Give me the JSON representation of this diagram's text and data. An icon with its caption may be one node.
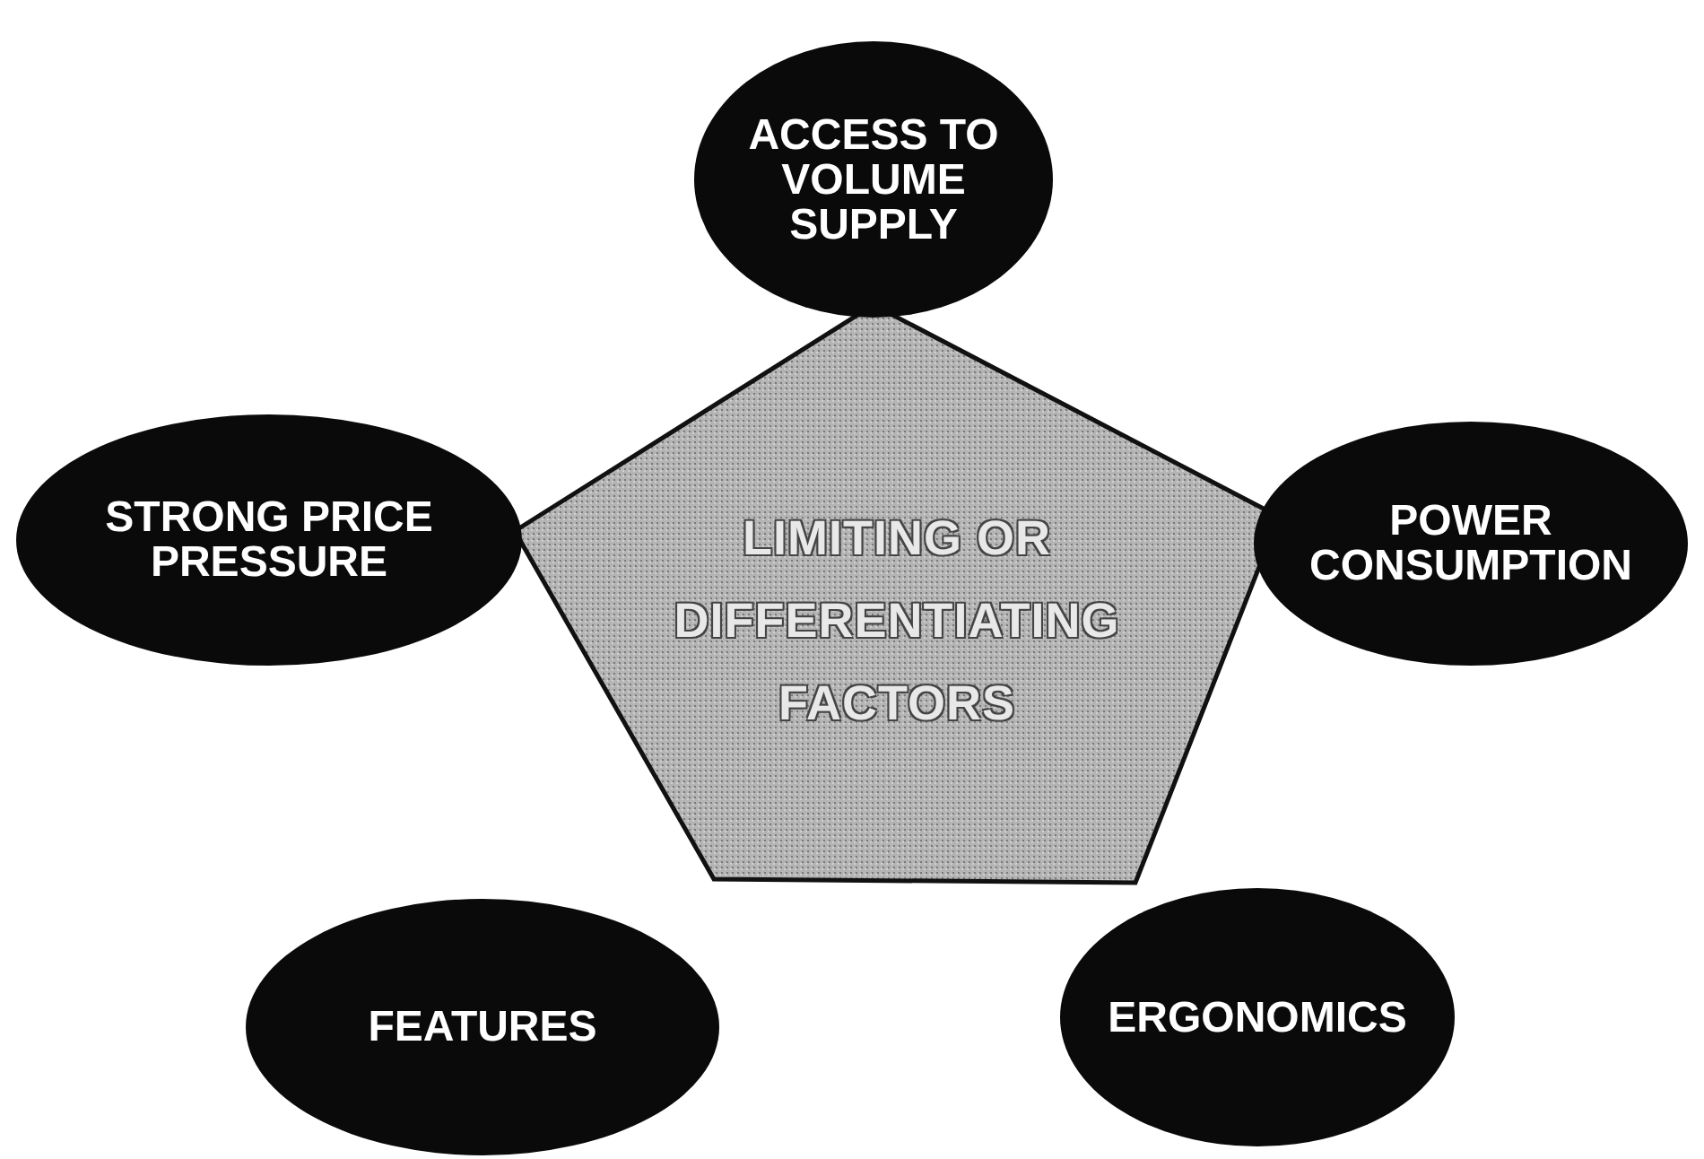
{
  "diagram": {
    "nodes": [
      {
        "text": [
          "LIMITING OR DIFFERENTIATING FACTORS"
        ]
      },
      {
        "text": [
          "ACCESS TO VOLUME SUPPLY"
        ]
      },
      {
        "text": [
          "STRONG PRICE PRESSURE"
        ]
      },
      {
        "text": [
          "POWER CONSUMPTION"
        ]
      },
      {
        "text": [
          "FEATURES"
        ]
      },
      {
        "text": [
          "ERGONOMICS"
        ]
      }
    ]
  }
}
